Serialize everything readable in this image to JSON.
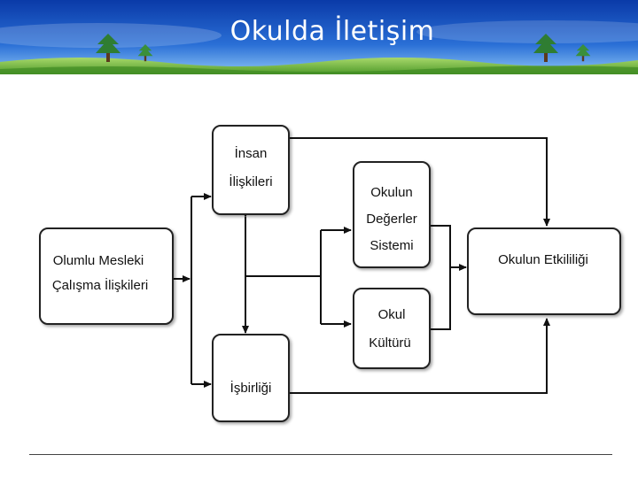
{
  "slide": {
    "title": "Okulda İletişim"
  },
  "diagram": {
    "nodes": {
      "olumlu": [
        "Olumlu Mesleki",
        "Çalışma İlişkileri"
      ],
      "insan": [
        "İnsan",
        "İlişkileri"
      ],
      "isbirligi": [
        "İşbirliği"
      ],
      "degerler": [
        "Okulun",
        "Değerler",
        "Sistemi"
      ],
      "kultur": [
        "Okul",
        "Kültürü"
      ],
      "etkililik": [
        "Okulun Etkililiği"
      ]
    }
  },
  "colors": {
    "banner_top": "#0b3fb0",
    "banner_bottom": "#5fa6ef",
    "grass": "#7bc043",
    "tree": "#2f7d32",
    "node_border": "#222222",
    "node_fill": "#ffffff",
    "line": "#111111"
  },
  "icons": [
    "tree-icon",
    "tree-icon",
    "tree-icon",
    "tree-icon"
  ]
}
